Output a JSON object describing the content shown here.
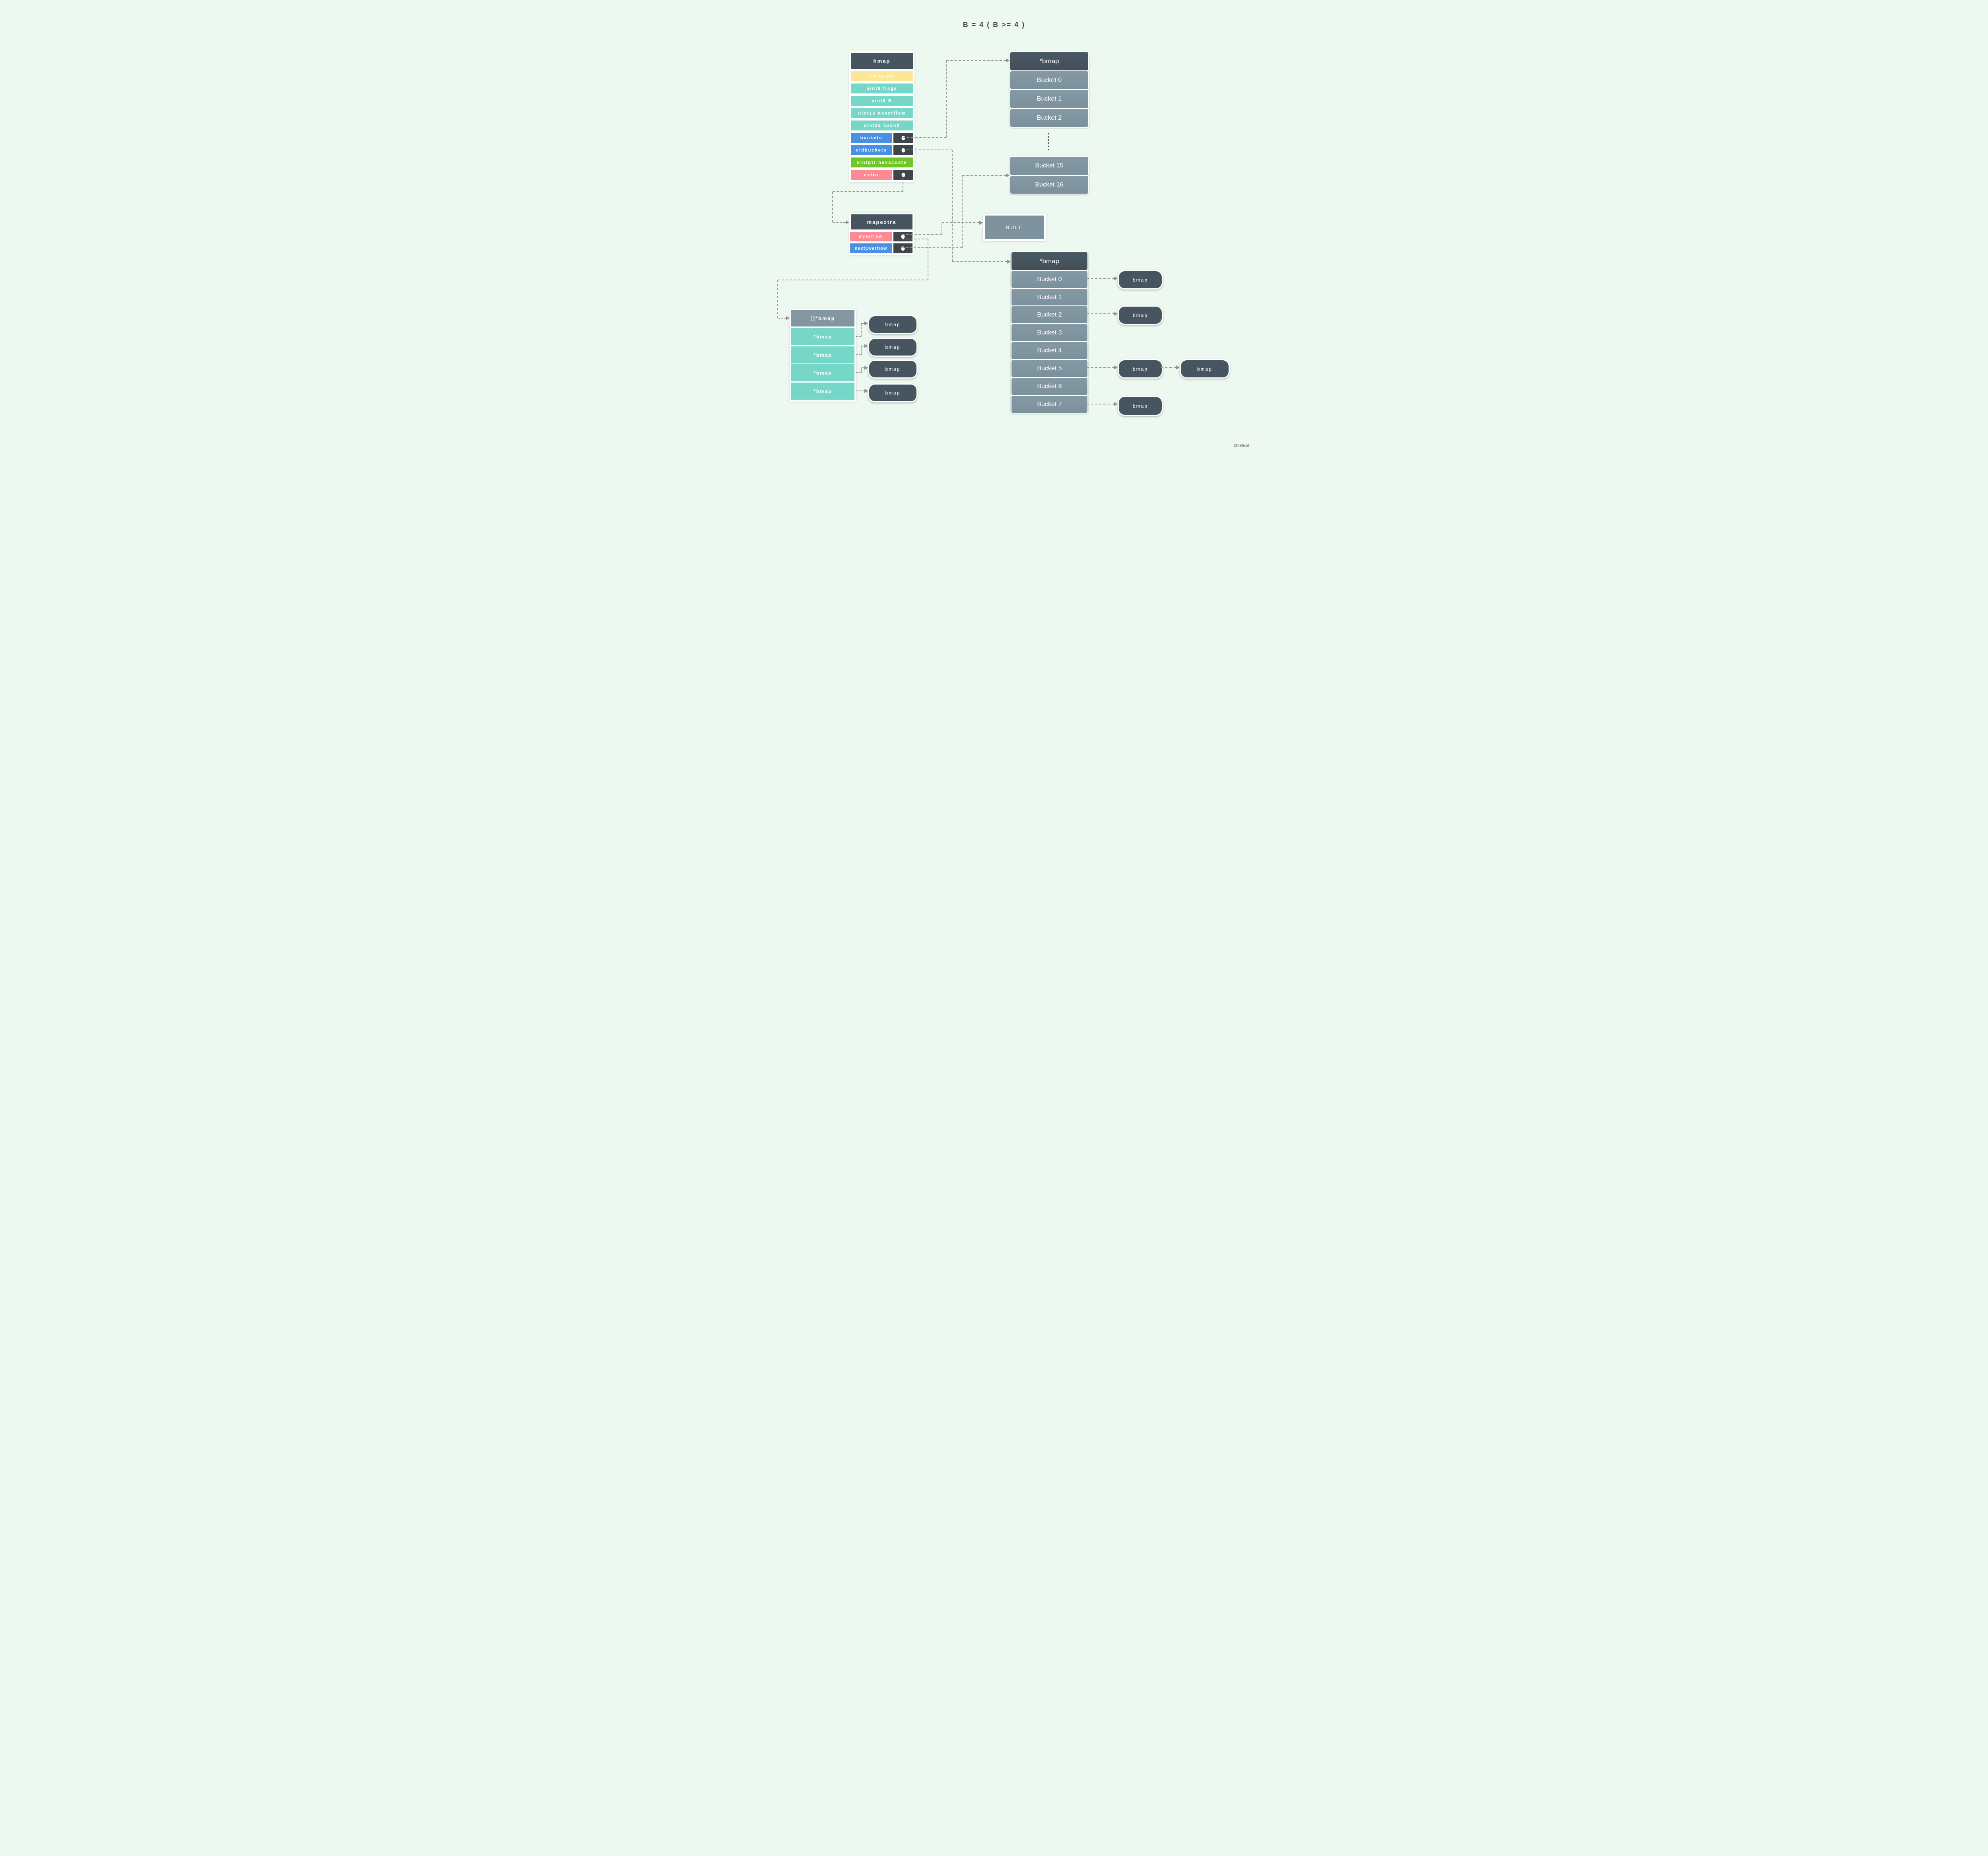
{
  "title": "B = 4 ( B >= 4 )",
  "hmap": {
    "header": "hmap",
    "fields": [
      {
        "label": "int count",
        "color": "#fae896",
        "has_pointer": false
      },
      {
        "label": "uint8 flags",
        "color": "#76d7c9",
        "has_pointer": false
      },
      {
        "label": "uint8 B",
        "color": "#76d7c9",
        "has_pointer": false
      },
      {
        "label": "uint16 noverflow",
        "color": "#76d7c9",
        "has_pointer": false
      },
      {
        "label": "uint32 hash0",
        "color": "#76d7c9",
        "has_pointer": false
      },
      {
        "label": "buckets",
        "color": "#4a90e2",
        "has_pointer": true
      },
      {
        "label": "oldbuckets",
        "color": "#4a90e2",
        "has_pointer": true
      },
      {
        "label": "uintptr nevacuate",
        "color": "#70c626",
        "has_pointer": false
      },
      {
        "label": "extra",
        "color": "#fb8a95",
        "has_pointer": true
      }
    ]
  },
  "bucket_array_new": {
    "header": "*bmap",
    "buckets_head": [
      "Bucket 0",
      "Bucket 1",
      "Bucket 2"
    ],
    "buckets_tail": [
      "Bucket 15",
      "Bucket 16"
    ]
  },
  "mapextra": {
    "header": "mapextra",
    "fields": [
      {
        "label": "overflow",
        "color": "#fb8a95",
        "has_pointer": true
      },
      {
        "label": "nextOverflow",
        "color": "#4a90e2",
        "has_pointer": true
      }
    ]
  },
  "null_box": {
    "label": "NULL"
  },
  "bucket_array_old": {
    "header": "*bmap",
    "buckets": [
      "Bucket 0",
      "Bucket 1",
      "Bucket 2",
      "Bucket 3",
      "Bucket 4",
      "Bucket 5",
      "Bucket 6",
      "Bucket 7"
    ]
  },
  "overflow_slice": {
    "header": "[]*bmap",
    "items": [
      "*bmap",
      "*bmap",
      "*bmap",
      "*bmap"
    ]
  },
  "bmap_node_label": "bmap",
  "watermark": "@halfrost",
  "colors": {
    "background": "#edf8f0",
    "struct_header": "#475560",
    "teal": "#76d7c9",
    "yellow": "#fae896",
    "blue": "#4a90e2",
    "green": "#70c626",
    "pink": "#fb8a95",
    "pointer_cell": "#404549",
    "bucket_fill": "#8095a0",
    "null_fill": "#7e939e",
    "connector": "#999999"
  }
}
